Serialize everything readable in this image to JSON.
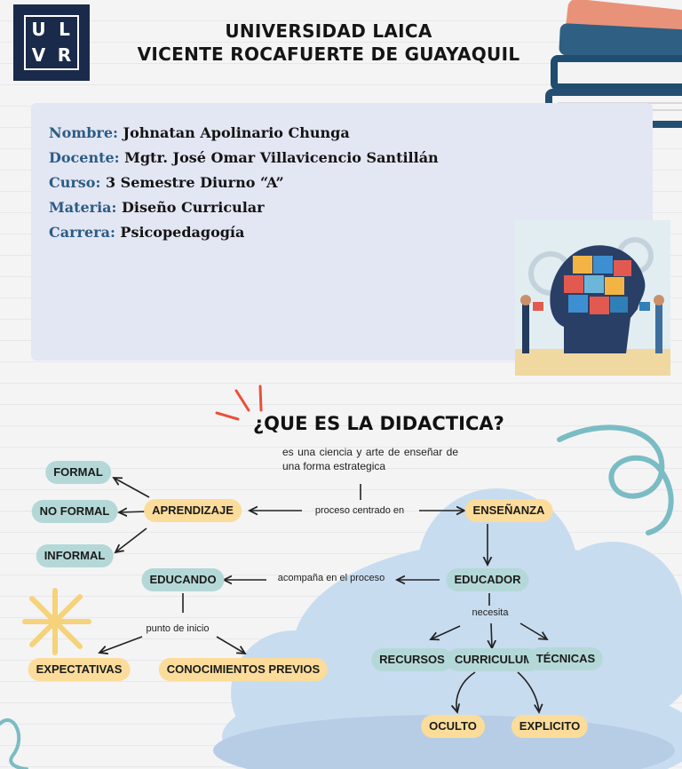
{
  "logo": {
    "letters": [
      "U",
      "L",
      "V",
      "R"
    ]
  },
  "header": {
    "line1": "UNIVERSIDAD LAICA",
    "line2": "VICENTE ROCAFUERTE DE GUAYAQUIL"
  },
  "info": [
    {
      "key": "Nombre:",
      "value": "Johnatan Apolinario Chunga"
    },
    {
      "key": "Docente:",
      "value": "Mgtr. José Omar Villavicencio Santillán"
    },
    {
      "key": "Curso:",
      "value": "3 Semestre  Diurno “A”"
    },
    {
      "key": "Materia:",
      "value": "Diseño Curricular"
    },
    {
      "key": "Carrera:",
      "value": "Psicopedagogía"
    }
  ],
  "diagram": {
    "title": "¿QUE ES LA DIDACTICA?",
    "definition": "es una ciencia y arte de enseñar de una forma estrategica",
    "nodes": {
      "formal": "FORMAL",
      "no_formal": "NO FORMAL",
      "informal": "INFORMAL",
      "aprendizaje": "APRENDIZAJE",
      "ensenanza": "ENSEÑANZA",
      "educando": "EDUCANDO",
      "educador": "EDUCADOR",
      "expectativas": "EXPECTATIVAS",
      "conocimientos": "CONOCIMIENTOS PREVIOS",
      "recursos": "RECURSOS",
      "curriculum": "CURRICULUM",
      "tecnicas": "TÉCNICAS",
      "oculto": "OCULTO",
      "explicito": "EXPLICITO"
    },
    "links": {
      "proceso": "proceso centrado en",
      "acompana": "acompaña en el proceso",
      "punto": "punto de inicio",
      "necesita": "necesita"
    }
  },
  "colors": {
    "teal_node": "#b4d8d8",
    "yellow_node": "#fbdc9a",
    "cloud": "#c8dcf0",
    "navy": "#1a2a4a",
    "label_blue": "#2b5c86"
  }
}
